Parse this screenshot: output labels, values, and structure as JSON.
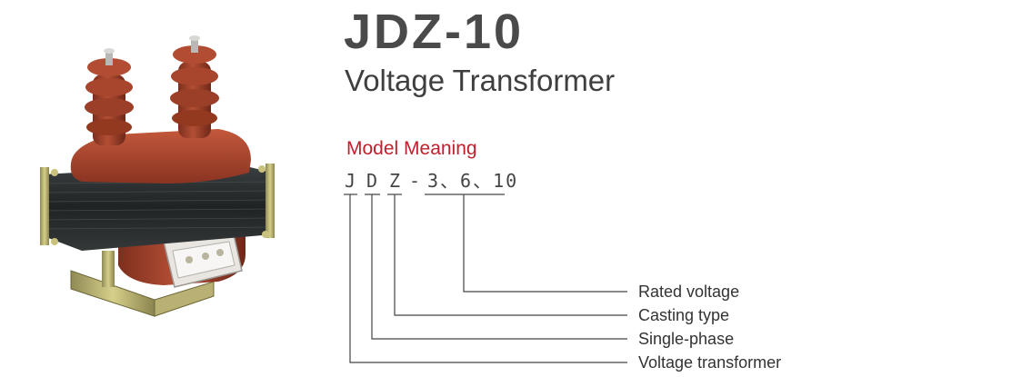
{
  "header": {
    "model": "JDZ-10",
    "subtitle": "Voltage Transformer"
  },
  "model_meaning": {
    "title": "Model Meaning",
    "code": {
      "j": "J",
      "d": "D",
      "z": "Z",
      "dash": "-",
      "voltages": "3、6、10"
    },
    "legend": [
      "Rated voltage",
      "Casting type",
      "Single-phase",
      "Voltage transformer"
    ]
  },
  "colors": {
    "title": "#4a4a4a",
    "accent": "#c0202c",
    "insulator": "#a8462f",
    "core": "#2b2f30",
    "line": "#444444"
  },
  "image": {
    "subject": "voltage-transformer-product-photo"
  }
}
